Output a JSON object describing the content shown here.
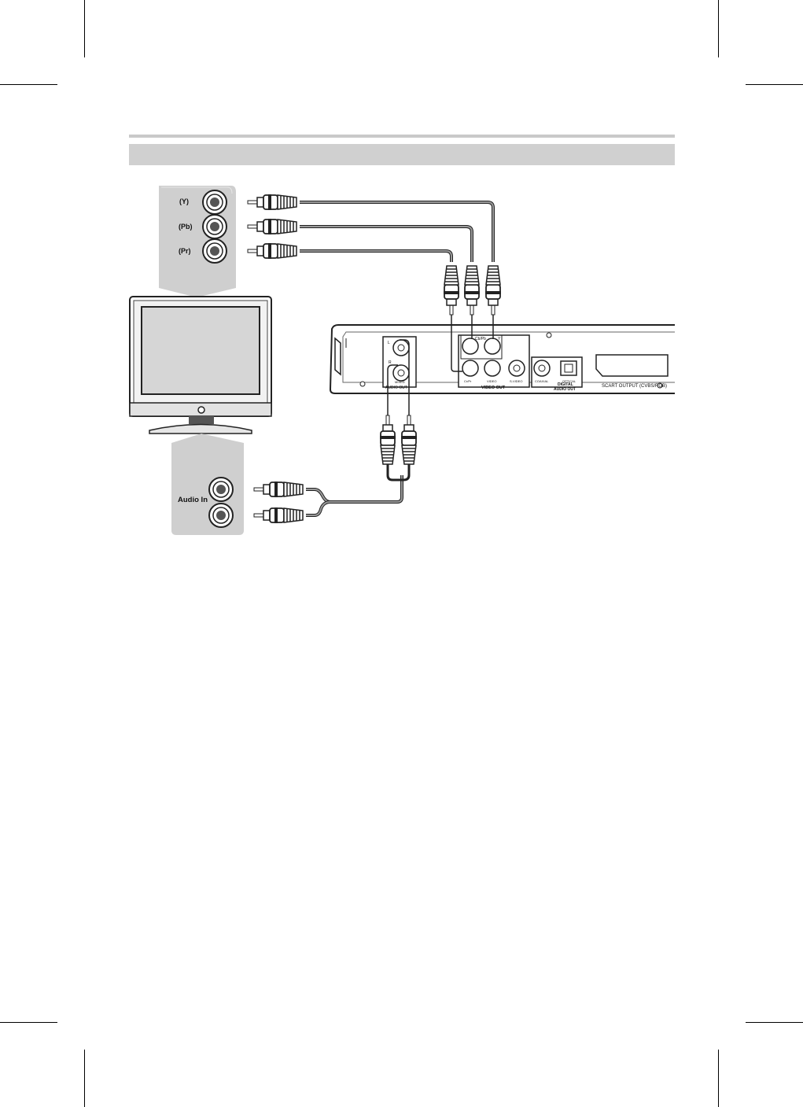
{
  "tv_component_inputs": [
    {
      "label": "(Y)"
    },
    {
      "label": "(Pb)"
    },
    {
      "label": "(Pr)"
    }
  ],
  "tv_audio_input": {
    "label": "Audio In"
  },
  "player_panel": {
    "audio_out_label": "AUDIO OUT",
    "audio_l": "L",
    "audio_r": "R",
    "audio_mid": "MIXED",
    "video_out_label": "VIDEO OUT",
    "cbpb_label": "Cb/Pb",
    "y_label": "Y",
    "crpr_label": "Cr/Pr",
    "video_label": "VIDEO",
    "svideo_label": "S-VIDEO",
    "coaxial_label": "COAXIAL",
    "optical_label": "OPTICAL",
    "digital_label_1": "DIGITAL",
    "digital_label_2": "AUDIO OUT",
    "scart_label": "SCART OUTPUT (CVBS/RGB)"
  }
}
